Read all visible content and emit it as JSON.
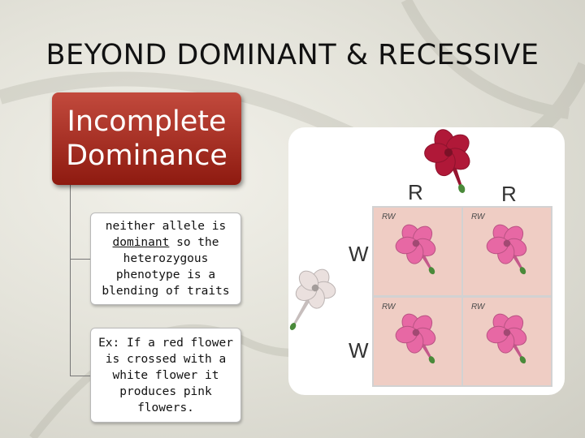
{
  "slide": {
    "title": "BEYOND DOMINANT & RECESSIVE",
    "header": {
      "line1": "Incomplete",
      "line2": "Dominance"
    },
    "note1": {
      "line1": "neither allele is",
      "line2_underlined": "dominant",
      "line2_rest": " so the",
      "line3": "heterozygous",
      "line4": "phenotype is a",
      "line5": "blending of traits"
    },
    "note2": {
      "line1": "Ex: If a red flower",
      "line2": "is crossed with a",
      "line3": "white flower it",
      "line4": "produces pink",
      "line5": "flowers."
    }
  },
  "punnett": {
    "top_alleles": [
      "R",
      "R"
    ],
    "side_alleles": [
      "W",
      "W"
    ],
    "cells": [
      {
        "genotype": "RW"
      },
      {
        "genotype": "RW"
      },
      {
        "genotype": "RW"
      },
      {
        "genotype": "RW"
      }
    ],
    "parent_top_color": "#b01838",
    "parent_side_color": "#eae0de",
    "offspring_color": "#e768a4"
  }
}
